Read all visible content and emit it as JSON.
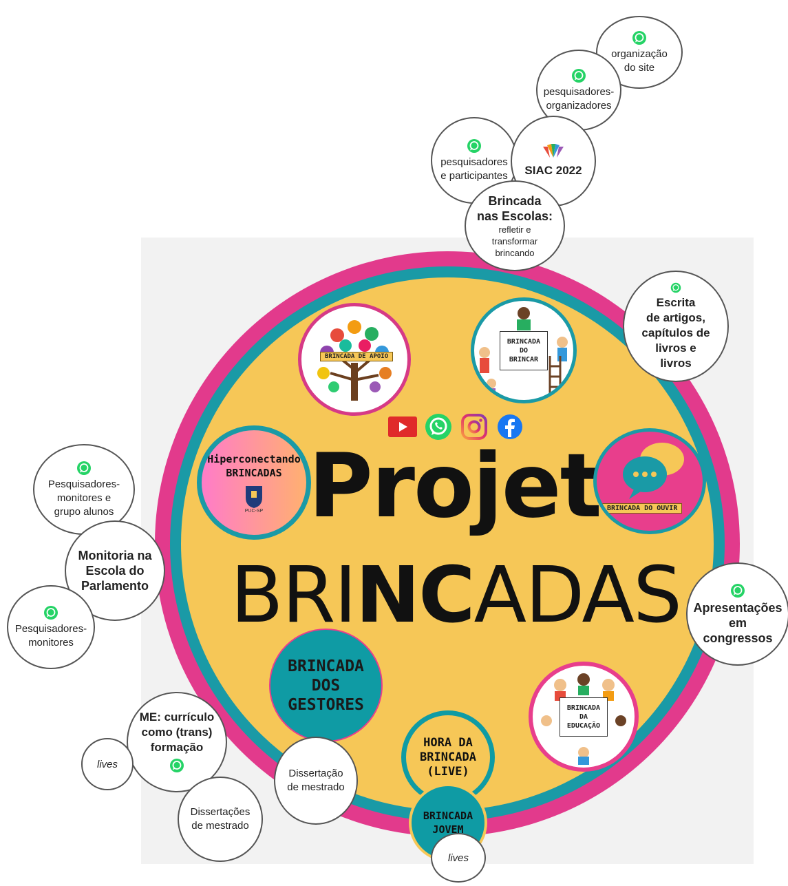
{
  "title": {
    "line1": "Projeto",
    "line2a": "BRI",
    "line2b": "NC",
    "line2c": "ADAS"
  },
  "social": [
    "youtube-icon",
    "whatsapp-icon",
    "instagram-icon",
    "facebook-icon"
  ],
  "colors": {
    "pink": "#e23a8c",
    "teal": "#1a9aa6",
    "yellow": "#f6c757",
    "whatsapp": "#25d366"
  },
  "projects": {
    "apoio": "BRINCADA DE APOIO",
    "brincar": [
      "BRINCADA",
      "DO",
      "BRINCAR"
    ],
    "hiper": [
      "Hiperconectando",
      "BRINCADAS"
    ],
    "hiper_logo": "PUC-SP",
    "ouvir": "BRINCADA DO OUVIR",
    "gestores": [
      "BRINCADA",
      "DOS",
      "GESTORES"
    ],
    "educacao": [
      "BRINCADA",
      "DA",
      "EDUCAÇÃO"
    ],
    "hora": [
      "HORA DA",
      "BRINCADA",
      "(LIVE)"
    ],
    "jovem": [
      "BRINCADA",
      "JOVEM"
    ]
  },
  "bubbles": {
    "org_site": [
      "organização",
      "do site"
    ],
    "pesq_org": [
      "pesquisadores-",
      "organizadores"
    ],
    "pesq_part": [
      "pesquisadores",
      "e participantes"
    ],
    "siac": "SIAC 2022",
    "escolas_title": [
      "Brincada",
      "nas Escolas:"
    ],
    "escolas_sub": [
      "refletir e",
      "transformar",
      "brincando"
    ],
    "escrita": [
      "Escrita",
      "de artigos,",
      "capítulos de",
      "livros e",
      "livros"
    ],
    "pesq_mon_grupo": [
      "Pesquisadores-",
      "monitores e",
      "grupo alunos"
    ],
    "monitoria": [
      "Monitoria na",
      "Escola do",
      "Parlamento"
    ],
    "pesq_mon": [
      "Pesquisadores-",
      "monitores"
    ],
    "apresentacoes": [
      "Apresentações",
      "em",
      "congressos"
    ],
    "me": [
      "ME: currículo",
      "como (trans)",
      "formação"
    ],
    "lives1": "lives",
    "diss1": [
      "Dissertações",
      "de mestrado"
    ],
    "diss2": [
      "Dissertação",
      "de mestrado"
    ],
    "lives2": "lives"
  }
}
